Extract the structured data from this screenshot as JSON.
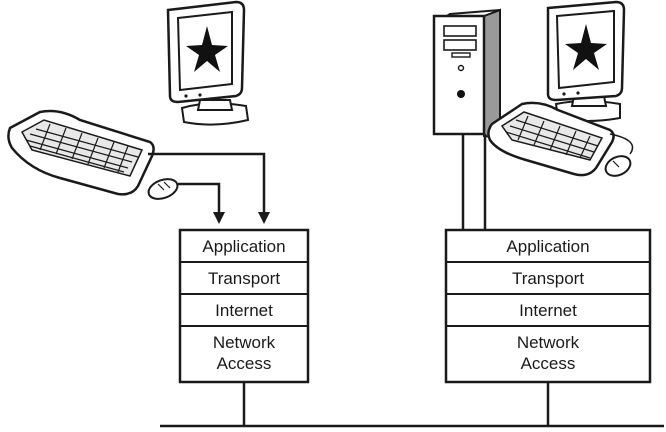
{
  "left_host": {
    "stack": {
      "application": "Application",
      "transport": "Transport",
      "internet": "Internet",
      "network_access_line1": "Network",
      "network_access_line2": "Access"
    },
    "devices": [
      "monitor-icon",
      "keyboard-icon",
      "mouse-icon"
    ]
  },
  "right_host": {
    "stack": {
      "application": "Application",
      "transport": "Transport",
      "internet": "Internet",
      "network_access_line1": "Network",
      "network_access_line2": "Access"
    },
    "devices": [
      "computer-tower-icon",
      "monitor-icon",
      "keyboard-icon",
      "mouse-icon"
    ]
  },
  "colors": {
    "line": "#1a1a1a",
    "tower_side": "#9a9a9a",
    "background": "#ffffff"
  }
}
